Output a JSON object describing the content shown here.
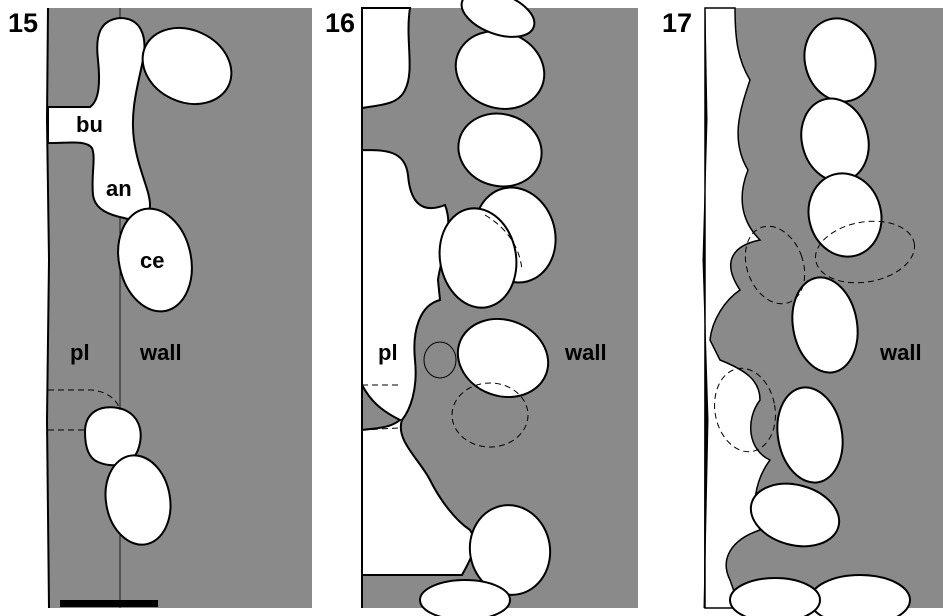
{
  "colors": {
    "wall": "#8a8a8a",
    "cell_fill": "#ffffff",
    "outline": "#000000",
    "background": "#ffffff"
  },
  "panels": [
    {
      "number": "15",
      "labels": {
        "bu": "bu",
        "an": "an",
        "ce": "ce",
        "pl": "pl",
        "wall": "wall"
      }
    },
    {
      "number": "16",
      "labels": {
        "pl": "pl",
        "wall": "wall"
      }
    },
    {
      "number": "17",
      "labels": {
        "wall": "wall"
      }
    }
  ],
  "scale_bar": {
    "shown": true
  }
}
